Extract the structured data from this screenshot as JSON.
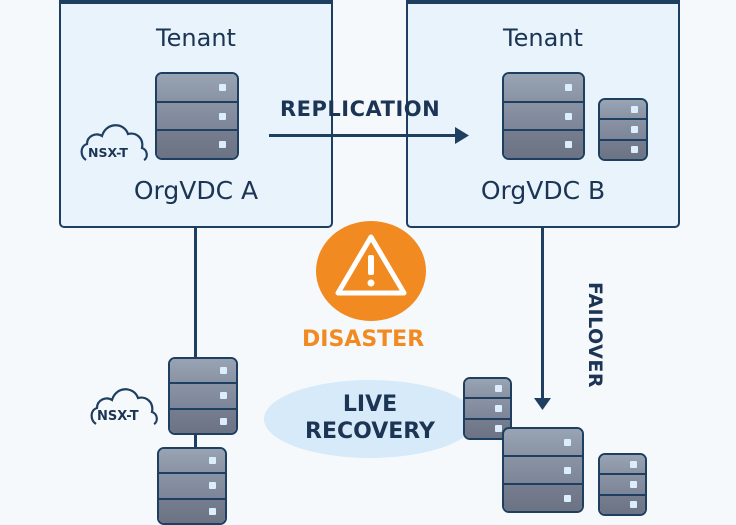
{
  "colors": {
    "navy": "#1f3f60",
    "panel_bg": "#e8f3fc",
    "orange": "#f28a22",
    "recovery_bg": "#d6eaf9"
  },
  "left_panel": {
    "title": "Tenant",
    "name": "OrgVDC A",
    "cloud_label": "NSX-T"
  },
  "right_panel": {
    "title": "Tenant",
    "name": "OrgVDC B"
  },
  "replication": {
    "label": "REPLICATION"
  },
  "disaster": {
    "label": "DISASTER",
    "icon": "warning-triangle-icon"
  },
  "failover": {
    "label": "FAILOVER"
  },
  "live_recovery": {
    "line1": "LIVE",
    "line2": "RECOVERY"
  },
  "bottom_left": {
    "cloud_label": "NSX-T"
  }
}
